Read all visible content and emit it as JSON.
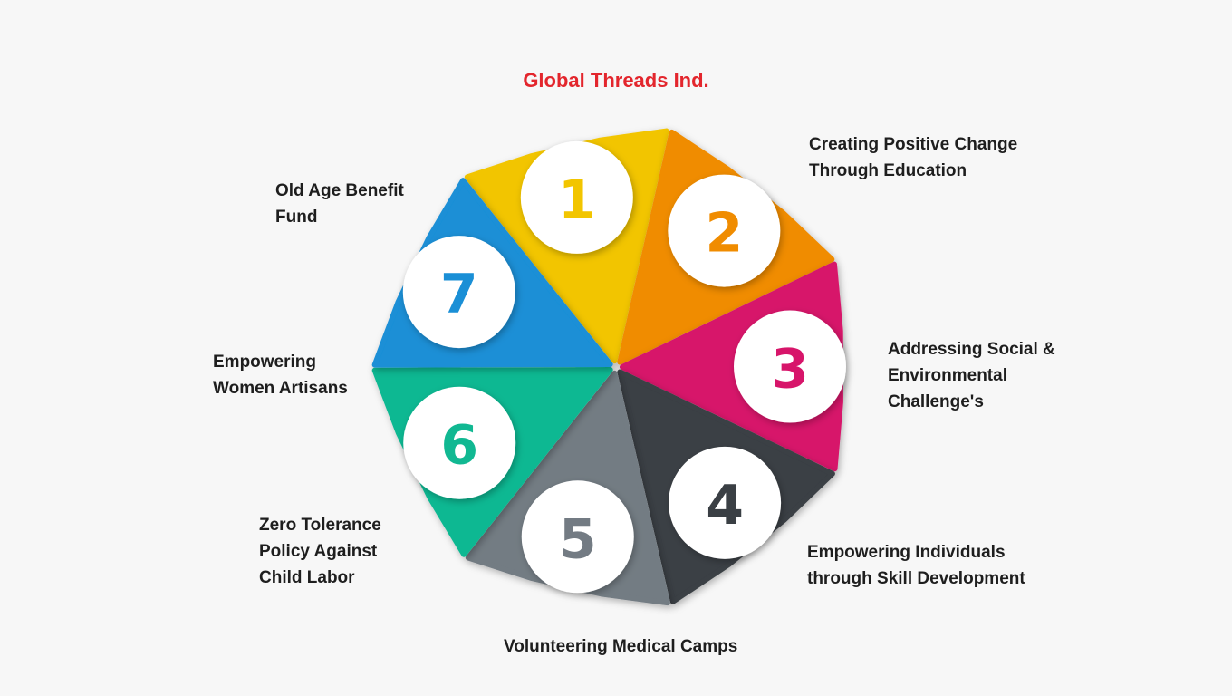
{
  "title": "Global Threads Ind.",
  "segments": [
    {
      "number": "1",
      "label": "",
      "color": "#f2c500"
    },
    {
      "number": "2",
      "label": "Creating Positive Change\nThrough Education",
      "color": "#f08c00"
    },
    {
      "number": "3",
      "label": "Addressing Social &\nEnvironmental\nChallenge's",
      "color": "#d7156a"
    },
    {
      "number": "4",
      "label": "Empowering Individuals\nthrough Skill Development",
      "color": "#3a3f44"
    },
    {
      "number": "5",
      "label": "Volunteering Medical Camps",
      "color": "#737b83"
    },
    {
      "number": "6",
      "label": "Zero Tolerance\nPolicy Against\nChild Labor",
      "color": "#11b892"
    },
    {
      "number": "7",
      "label": "Old Age Benefit\nFund",
      "color": "#1a8fd6"
    }
  ],
  "extra_label": "Empowering\nWomen Artisans"
}
